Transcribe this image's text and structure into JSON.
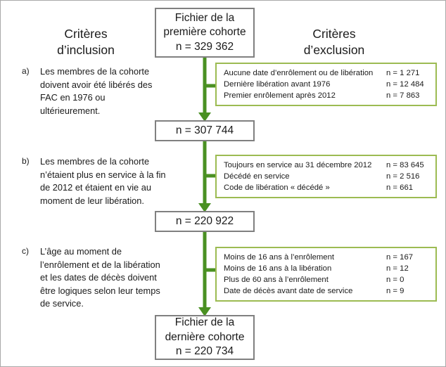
{
  "colors": {
    "arrow_green": "#4a9022",
    "exclusion_border": "#9cbb52",
    "box_border": "#808080",
    "text": "#1a1a1a",
    "background": "#ffffff"
  },
  "headings": {
    "inclusion": "Critères d’inclusion",
    "inclusion_line1": "Critères",
    "inclusion_line2": "d’inclusion",
    "exclusion": "Critères d’exclusion",
    "exclusion_line1": "Critères",
    "exclusion_line2": "d’exclusion"
  },
  "criteria": [
    {
      "marker": "a)",
      "text": "Les membres de la cohorte doivent avoir été libérés des FAC en 1976 ou ultérieurement."
    },
    {
      "marker": "b)",
      "text": "Les membres de la cohorte n’étaient plus en service à la fin de 2012 et étaient en vie au moment de leur libération."
    },
    {
      "marker": "c)",
      "text": "L’âge au moment de l’enrôlement et de la libération et les dates de décès doivent être logiques selon leur temps de service."
    }
  ],
  "boxes": {
    "first_cohort": {
      "line1": "Fichier de la",
      "line2": "première cohorte",
      "line3": "n = 329 362"
    },
    "step1": {
      "line1": "n = 307 744"
    },
    "step2": {
      "line1": "n = 220 922"
    },
    "last_cohort": {
      "line1": "Fichier de la",
      "line2": "dernière cohorte",
      "line3": "n = 220 734"
    }
  },
  "exclusions": [
    {
      "rows": [
        {
          "label": "Aucune date d’enrôlement ou de libération",
          "count": "n = 1 271"
        },
        {
          "label": "Dernière libération avant 1976",
          "count": "n = 12 484"
        },
        {
          "label": "Premier enrôlement après 2012",
          "count": "n = 7 863"
        }
      ]
    },
    {
      "rows": [
        {
          "label": "Toujours en service au 31 décembre 2012",
          "count": "n = 83 645"
        },
        {
          "label": "Décédé en service",
          "count": "n = 2 516"
        },
        {
          "label": "Code de libération « décédé »",
          "count": "n = 661"
        }
      ]
    },
    {
      "rows": [
        {
          "label": "Moins de 16 ans à l’enrôlement",
          "count": "n = 167"
        },
        {
          "label": "Moins de 16 ans à la libération",
          "count": "n = 12"
        },
        {
          "label": "Plus de 60 ans à l’enrôlement",
          "count": "n = 0"
        },
        {
          "label": "Date de décès avant date de service",
          "count": "n = 9"
        }
      ]
    }
  ]
}
